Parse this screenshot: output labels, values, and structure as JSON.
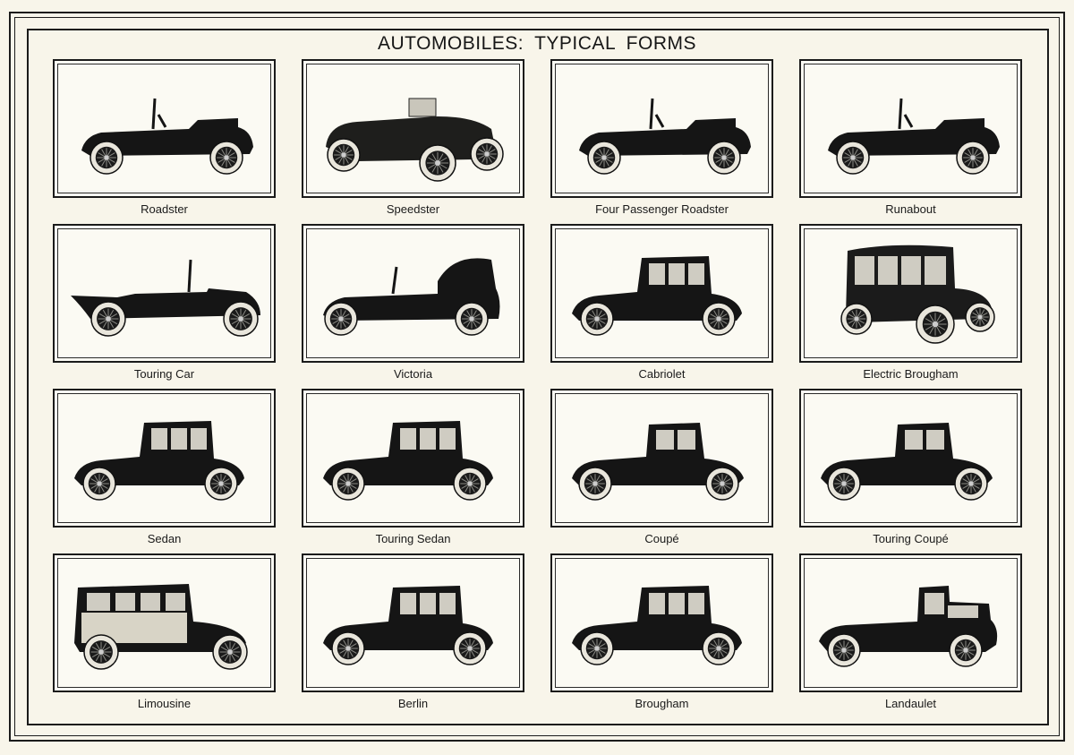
{
  "page": {
    "title": "AUTOMOBILES:  TYPICAL FORMS",
    "colors": {
      "paper": "#f8f5ea",
      "ink": "#1b1b1b",
      "panel": "#fbfaf3"
    }
  },
  "grid": {
    "rows": [
      [
        {
          "label": "Roadster",
          "style": "open"
        },
        {
          "label": "Speedster",
          "style": "speedster"
        },
        {
          "label": "Four  Passenger Roadster",
          "style": "open"
        },
        {
          "label": "Runabout",
          "style": "open"
        }
      ],
      [
        {
          "label": "Touring Car",
          "style": "touring"
        },
        {
          "label": "Victoria",
          "style": "victoria"
        },
        {
          "label": "Cabriolet",
          "style": "closed"
        },
        {
          "label": "Electric Brougham",
          "style": "electric"
        }
      ],
      [
        {
          "label": "Sedan",
          "style": "closed"
        },
        {
          "label": "Touring Sedan",
          "style": "closed"
        },
        {
          "label": "Coupé",
          "style": "coupe"
        },
        {
          "label": "Touring Coupé",
          "style": "coupe"
        }
      ],
      [
        {
          "label": "Limousine",
          "style": "limousine"
        },
        {
          "label": "Berlin",
          "style": "closed"
        },
        {
          "label": "Brougham",
          "style": "closed"
        },
        {
          "label": "Landaulet",
          "style": "landaulet"
        }
      ]
    ]
  }
}
